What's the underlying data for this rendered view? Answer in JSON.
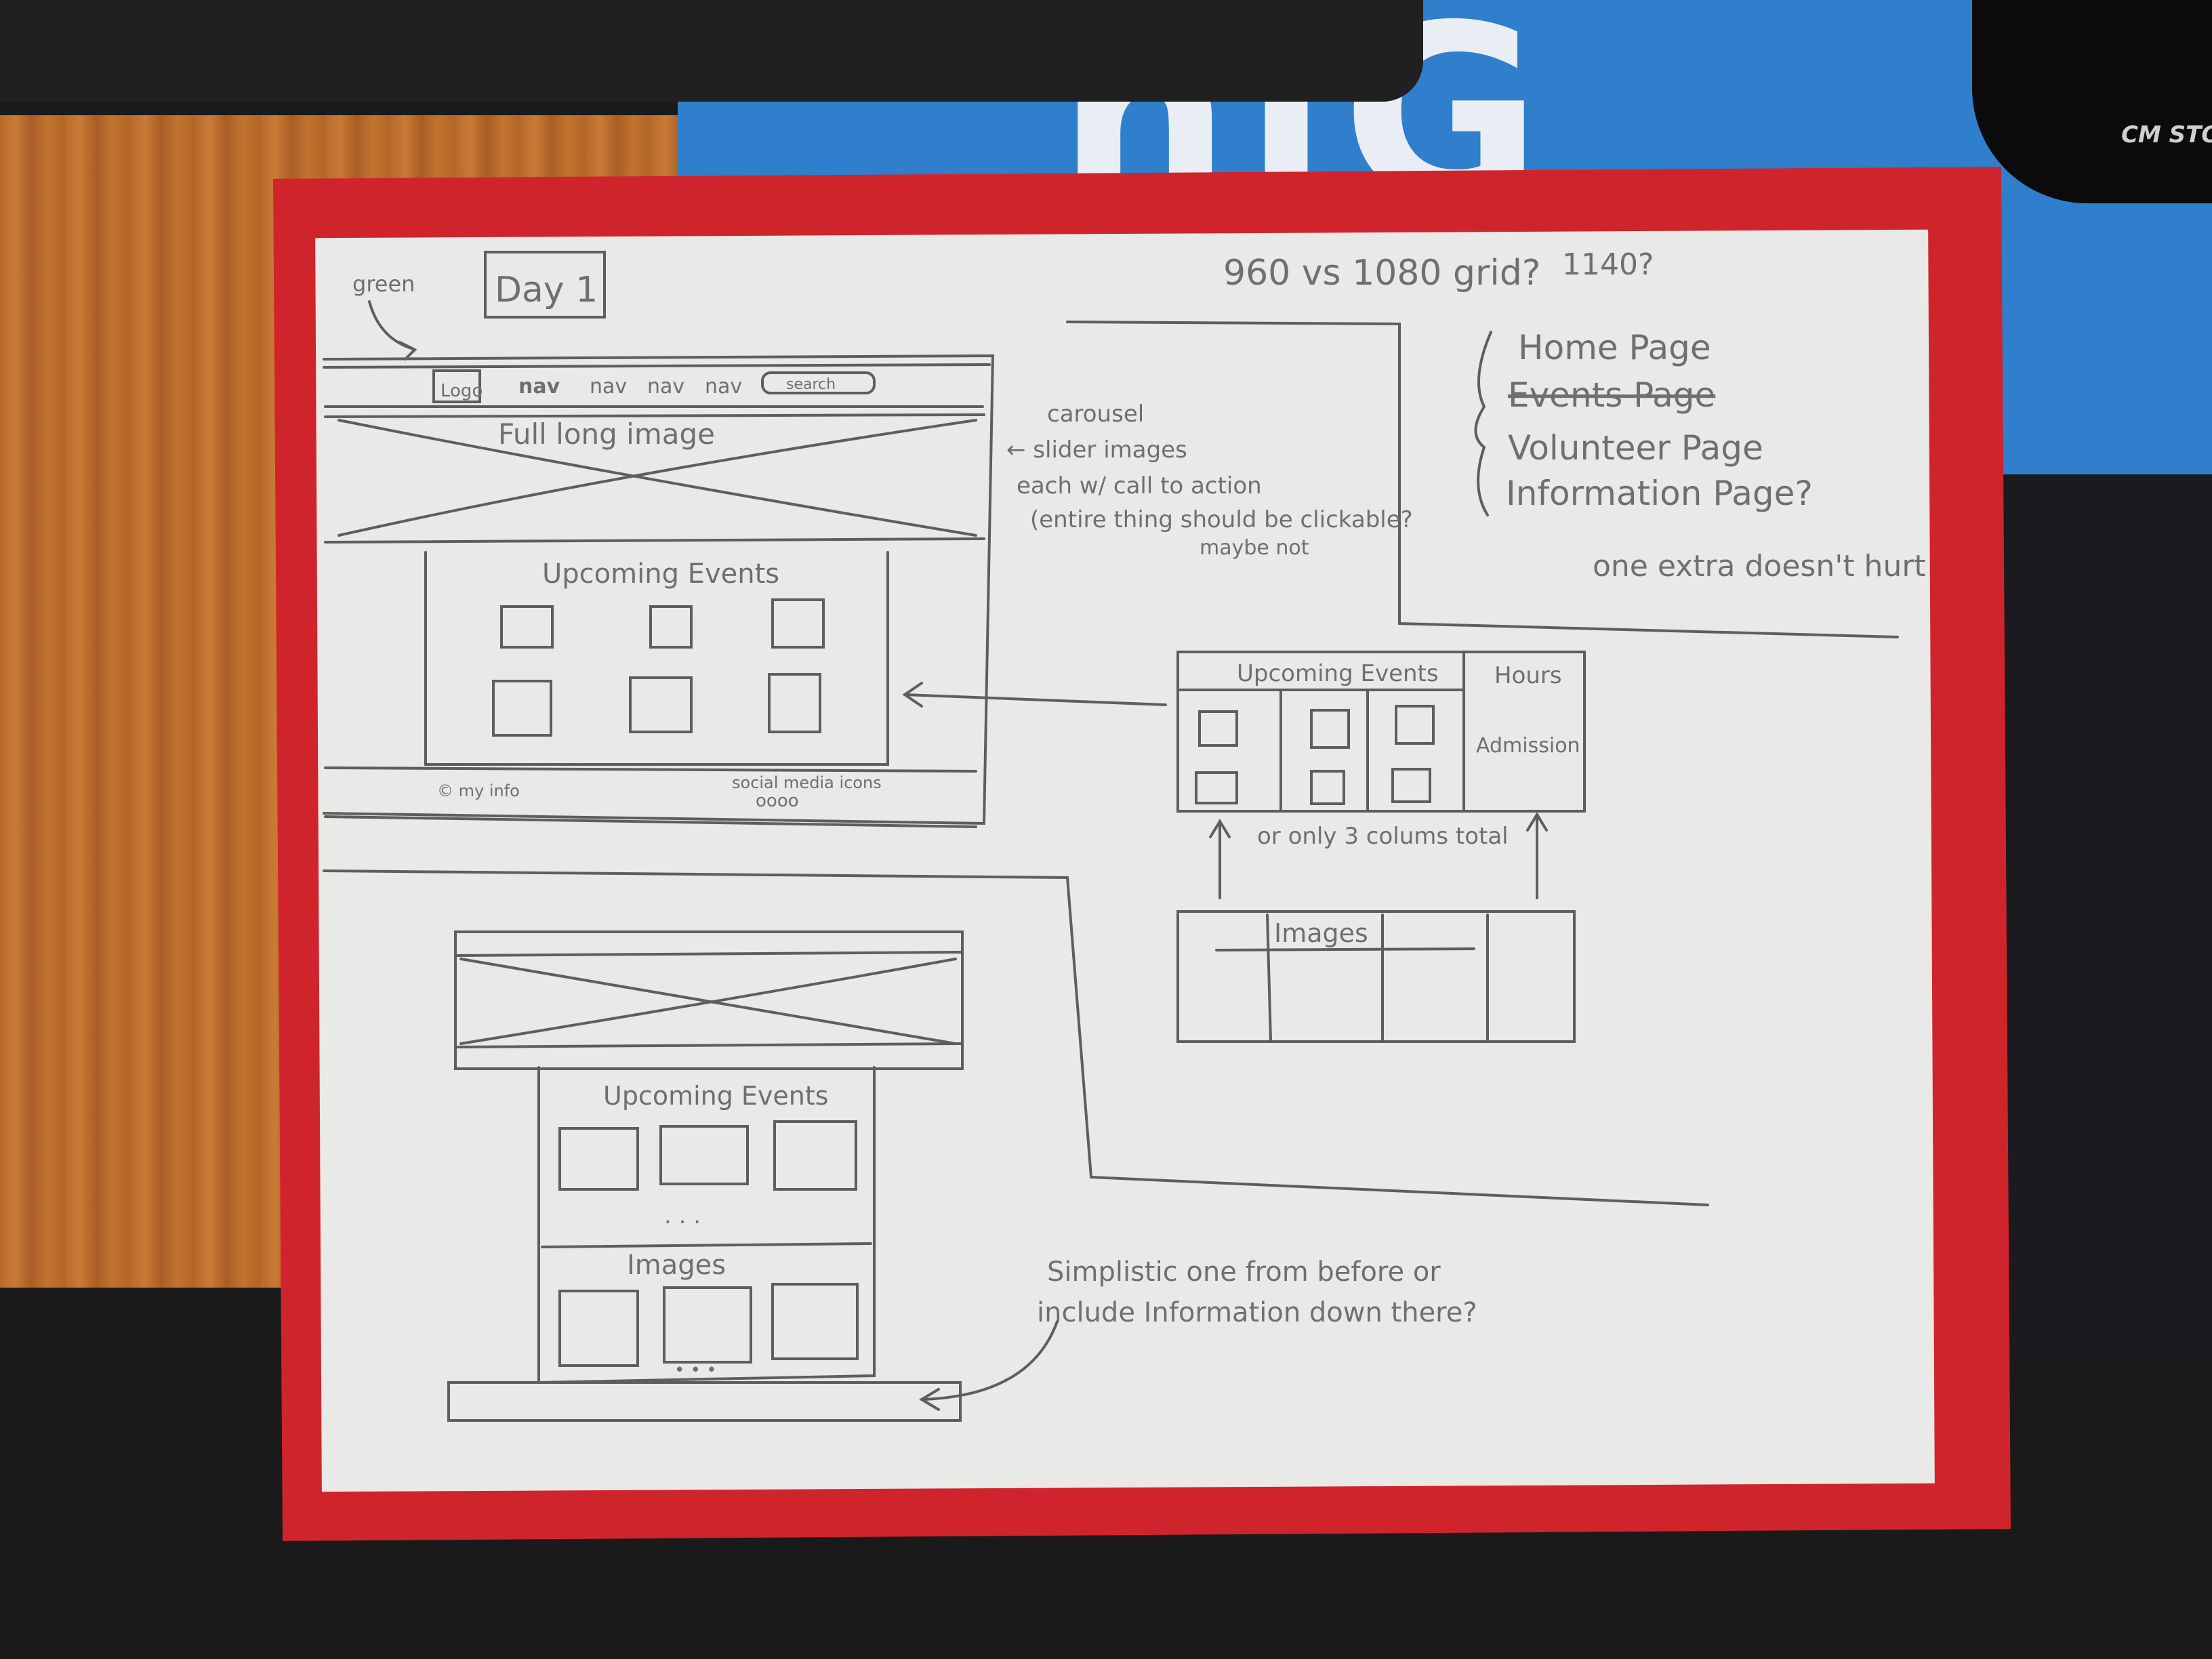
{
  "header_tag": "Day 1",
  "color_note": "green",
  "grid_question": "960 vs 1080 grid?",
  "grid_alt": "1140?",
  "nav": {
    "logo": "Logo",
    "items": [
      "nav",
      "nav",
      "nav",
      "nav"
    ],
    "search": "search"
  },
  "hero_label": "Full long image",
  "carousel_notes": [
    "carousel",
    "← slider images",
    "each w/ call to action",
    "(entire thing should be clickable?",
    "maybe not"
  ],
  "upcoming_events_label": "Upcoming Events",
  "footer": {
    "info": "© my info",
    "social": "social media icons",
    "dots": "oooo"
  },
  "pages_list": [
    "Home Page",
    "Events Page",
    "Volunteer Page",
    "Information Page?"
  ],
  "pages_note": "one extra doesn't hurt",
  "alt_layout": {
    "events": "Upcoming Events",
    "hours": "Hours",
    "admission": "Admission",
    "columns_note": "or only 3 colums total",
    "images": "Images"
  },
  "second_sketch": {
    "events": "Upcoming Events",
    "ellipsis": ". . .",
    "images": "Images",
    "images_ellipsis": "• • •"
  },
  "footer_question": [
    "Simplistic one from before or",
    "include Information down there?"
  ],
  "mouse_brand": "CM STO",
  "colors": {
    "paper": "#e9e9e7",
    "folder": "#d0242c",
    "pencil": "#6f6f6f",
    "mousepad": "#2f7fcc"
  }
}
